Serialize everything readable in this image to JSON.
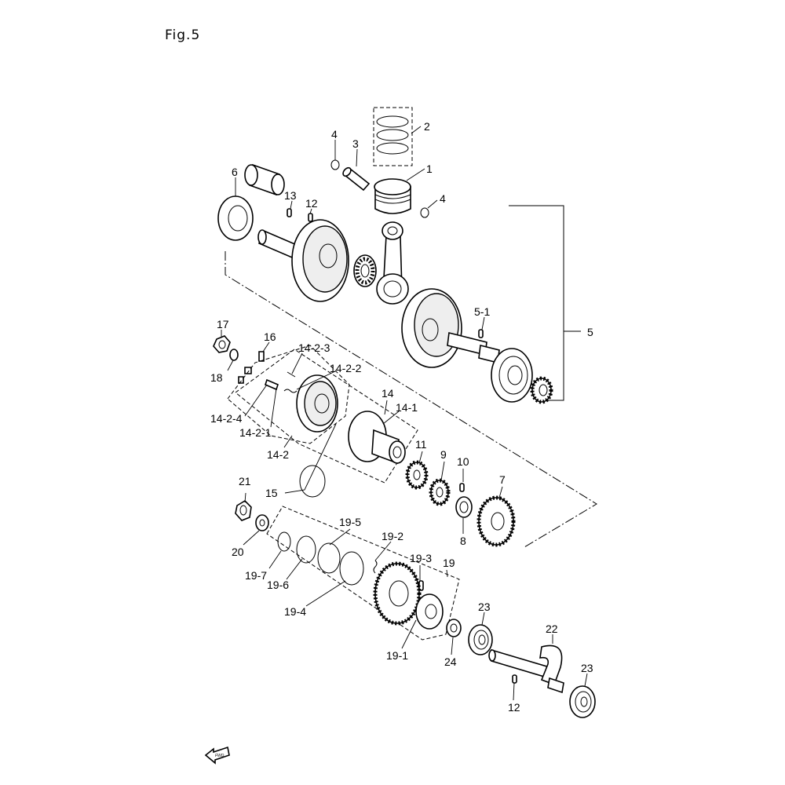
{
  "figure": {
    "title": "Fig.5"
  },
  "callouts": {
    "c1": "1",
    "c2": "2",
    "c3": "3",
    "c4a": "4",
    "c4b": "4",
    "c5": "5",
    "c5_1": "5-1",
    "c6": "6",
    "c7": "7",
    "c8": "8",
    "c9": "9",
    "c10": "10",
    "c11": "11",
    "c12a": "12",
    "c12b": "12",
    "c13": "13",
    "c14": "14",
    "c14_1": "14-1",
    "c14_2": "14-2",
    "c14_2_1": "14-2-1",
    "c14_2_2": "14-2-2",
    "c14_2_3": "14-2-3",
    "c14_2_4": "14-2-4",
    "c15": "15",
    "c16": "16",
    "c17": "17",
    "c18": "18",
    "c19": "19",
    "c19_1": "19-1",
    "c19_2": "19-2",
    "c19_3": "19-3",
    "c19_4": "19-4",
    "c19_5": "19-5",
    "c19_6": "19-6",
    "c19_7": "19-7",
    "c20": "20",
    "c21": "21",
    "c22": "22",
    "c23a": "23",
    "c23b": "23",
    "c24": "24"
  },
  "fwd_label": "FWD"
}
